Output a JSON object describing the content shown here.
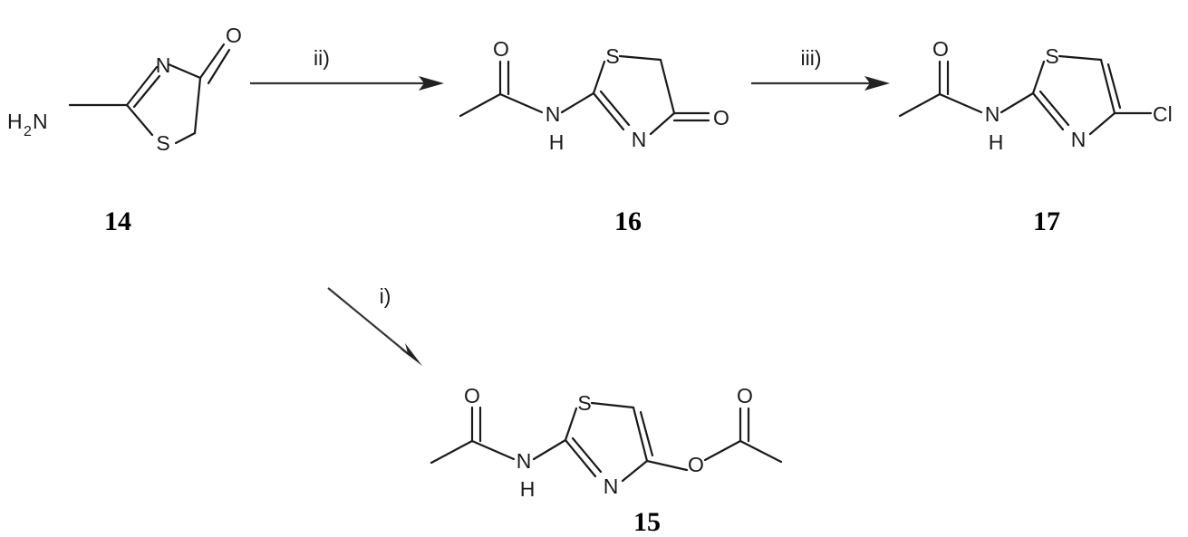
{
  "compounds": {
    "c14": {
      "label": "14",
      "atoms": {
        "n": "N",
        "o": "O",
        "s": "S",
        "h2n_h": "H",
        "h2n_2": "2",
        "h2n_n": "N"
      }
    },
    "c16": {
      "label": "16",
      "atoms": {
        "o_acyl": "O",
        "s": "S",
        "nh_n": "N",
        "nh_h": "H",
        "n_ring": "N",
        "o_ring": "O"
      }
    },
    "c17": {
      "label": "17",
      "atoms": {
        "o_acyl": "O",
        "s": "S",
        "nh_n": "N",
        "nh_h": "H",
        "n_ring": "N",
        "cl": "Cl"
      }
    },
    "c15": {
      "label": "15",
      "atoms": {
        "o_acyl": "O",
        "s": "S",
        "nh_n": "N",
        "nh_h": "H",
        "n_ring": "N",
        "o_ester": "O",
        "o_carbonyl": "O"
      }
    }
  },
  "conditions": {
    "step_i": "i)",
    "step_ii": "ii)",
    "step_iii": "iii)"
  }
}
